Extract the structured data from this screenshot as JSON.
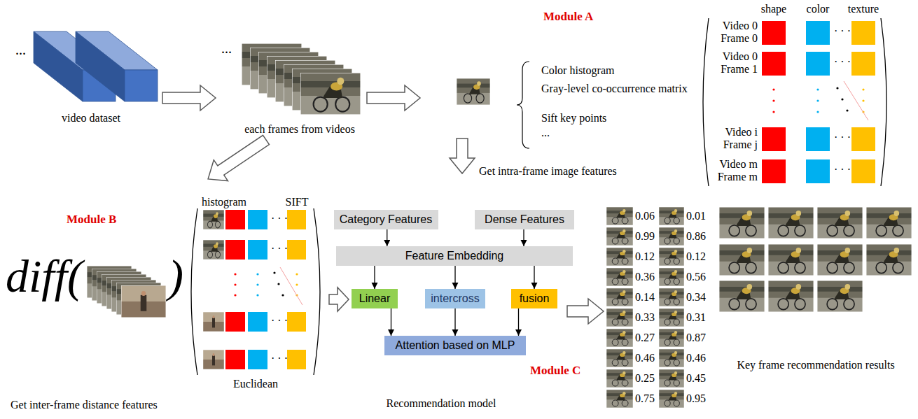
{
  "diagram": {
    "nodes": [
      {
        "text": [
          "Category Features"
        ]
      },
      {
        "text": [
          "Dense Features"
        ]
      },
      {
        "text": [
          "Feature Embedding"
        ]
      },
      {
        "text": [
          "Linear"
        ]
      },
      {
        "text": [
          "intercross"
        ]
      },
      {
        "text": [
          "fusion"
        ]
      },
      {
        "text": [
          "Attention based on MLP"
        ]
      }
    ],
    "edges": [
      {
        "from": 0,
        "to": 2,
        "arrow": "to"
      },
      {
        "from": 1,
        "to": 2,
        "arrow": "to"
      },
      {
        "from": 2,
        "to": 3,
        "arrow": "to"
      },
      {
        "from": 2,
        "to": 4,
        "arrow": "to"
      },
      {
        "from": 2,
        "to": 5,
        "arrow": "to"
      },
      {
        "from": 3,
        "to": 6,
        "arrow": "to"
      },
      {
        "from": 4,
        "to": 6,
        "arrow": "to"
      },
      {
        "from": 5,
        "to": 6,
        "arrow": "to"
      }
    ],
    "labels": [
      "...",
      "video dataset",
      "...",
      "each frames from videos",
      "Module A",
      "Color histogram",
      "Gray-level co-occurrence matrix",
      "Sift key points",
      "...",
      "Get intra-frame image features",
      "shape",
      "color",
      "texture",
      "Video 0 Frame 0",
      "· · ·",
      "Video 0 Frame 1",
      "· · ·",
      "Video i Frame j",
      "· · ·",
      "Video m Frame m",
      "· · ·",
      "Module B",
      "diff(",
      ")",
      "histogram",
      "SIFT",
      "· · ·",
      "· · ·",
      "· · ·",
      "· · ·",
      "Euclidean",
      "Get inter-frame distance features",
      "Module C",
      "Recommendation model",
      "0.06",
      "0.01",
      "0.99",
      "0.86",
      "0.12",
      "0.12",
      "0.36",
      "0.56",
      "0.14",
      "0.34",
      "0.33",
      "0.31",
      "0.27",
      "0.87",
      "0.46",
      "0.46",
      "0.25",
      "0.45",
      "0.75",
      "0.95",
      "Key frame recommendation results"
    ]
  }
}
